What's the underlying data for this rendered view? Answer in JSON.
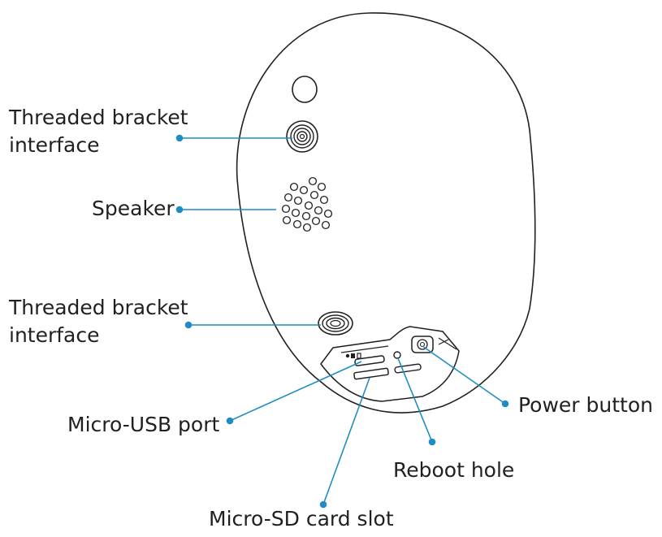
{
  "labels": {
    "threaded_bracket_top": [
      "Threaded bracket",
      "interface"
    ],
    "speaker": "Speaker",
    "threaded_bracket_bottom": [
      "Threaded bracket",
      "interface"
    ],
    "micro_usb": "Micro-USB port",
    "micro_sd": "Micro-SD card slot",
    "reboot": "Reboot hole",
    "power": "Power button"
  },
  "colors": {
    "outline": "#231f20",
    "leader": "#1f8dc4"
  }
}
